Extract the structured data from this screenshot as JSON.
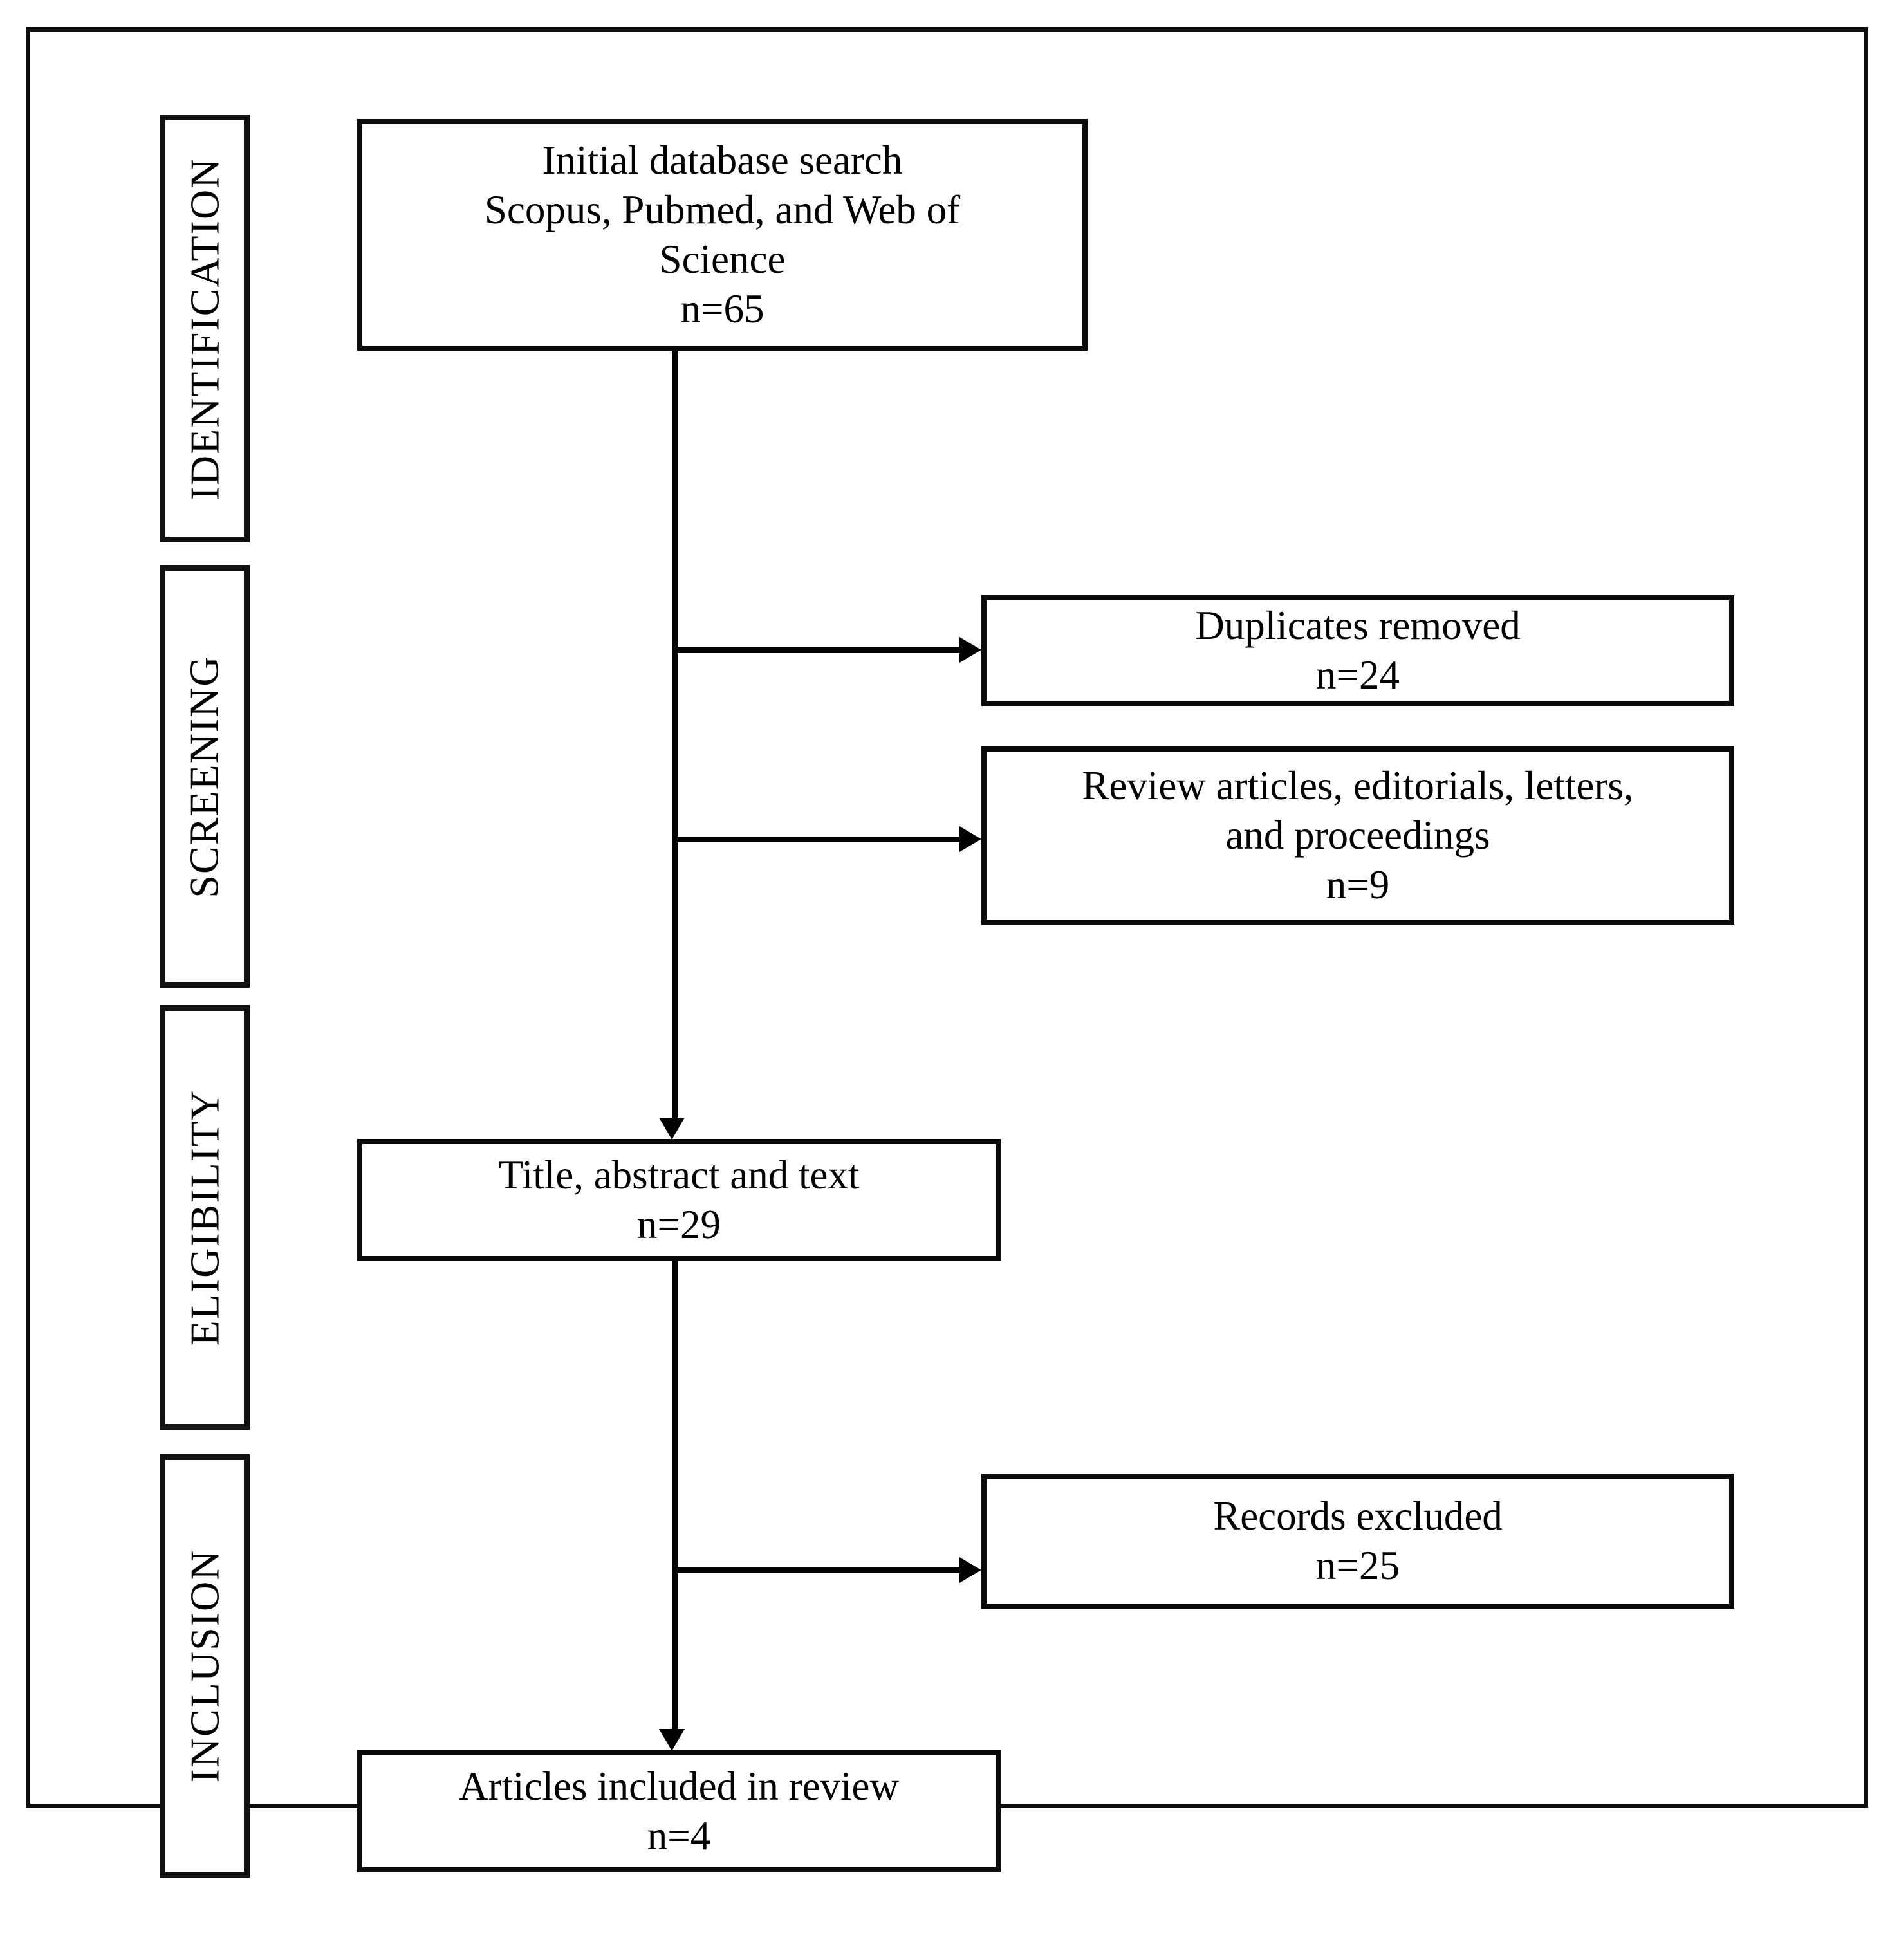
{
  "diagram": {
    "title": "PRISMA study selection flow diagram",
    "stages": [
      {
        "id": "identification",
        "label": "IDENTIFICATION"
      },
      {
        "id": "screening",
        "label": "SCREENING"
      },
      {
        "id": "eligibility",
        "label": "ELIGIBILITY"
      },
      {
        "id": "inclusion",
        "label": "INCLUSION"
      }
    ],
    "boxes": {
      "initial_search": {
        "text": "Initial database search\nScopus, Pubmed, and Web of\nScience",
        "count": "n=65"
      },
      "duplicates_removed": {
        "text": "Duplicates removed",
        "count": "n=24"
      },
      "review_articles": {
        "text": "Review articles, editorials, letters,\nand proceedings",
        "count": "n=9"
      },
      "title_abstract_text": {
        "text": "Title, abstract and text",
        "count": "n=29"
      },
      "records_excluded": {
        "text": "Records excluded",
        "count": "n=25"
      },
      "articles_included": {
        "text": "Articles included in review",
        "count": "n=4"
      }
    }
  },
  "chart_data": {
    "type": "diagram",
    "title": "PRISMA flow diagram",
    "nodes": [
      {
        "id": "initial_search",
        "stage": "IDENTIFICATION",
        "label": "Initial database search Scopus, Pubmed, and Web of Science",
        "n": 65
      },
      {
        "id": "duplicates_removed",
        "stage": "SCREENING",
        "label": "Duplicates removed",
        "n": 24
      },
      {
        "id": "review_articles",
        "stage": "SCREENING",
        "label": "Review articles, editorials, letters, and proceedings",
        "n": 9
      },
      {
        "id": "title_abstract_text",
        "stage": "ELIGIBILITY",
        "label": "Title, abstract and text",
        "n": 29
      },
      {
        "id": "records_excluded",
        "stage": "INCLUSION",
        "label": "Records excluded",
        "n": 25
      },
      {
        "id": "articles_included",
        "stage": "INCLUSION",
        "label": "Articles included in review",
        "n": 4
      }
    ],
    "edges": [
      {
        "from": "initial_search",
        "to": "duplicates_removed",
        "direction": "right"
      },
      {
        "from": "initial_search",
        "to": "review_articles",
        "direction": "right"
      },
      {
        "from": "initial_search",
        "to": "title_abstract_text",
        "direction": "down"
      },
      {
        "from": "title_abstract_text",
        "to": "records_excluded",
        "direction": "right"
      },
      {
        "from": "title_abstract_text",
        "to": "articles_included",
        "direction": "down"
      }
    ]
  }
}
